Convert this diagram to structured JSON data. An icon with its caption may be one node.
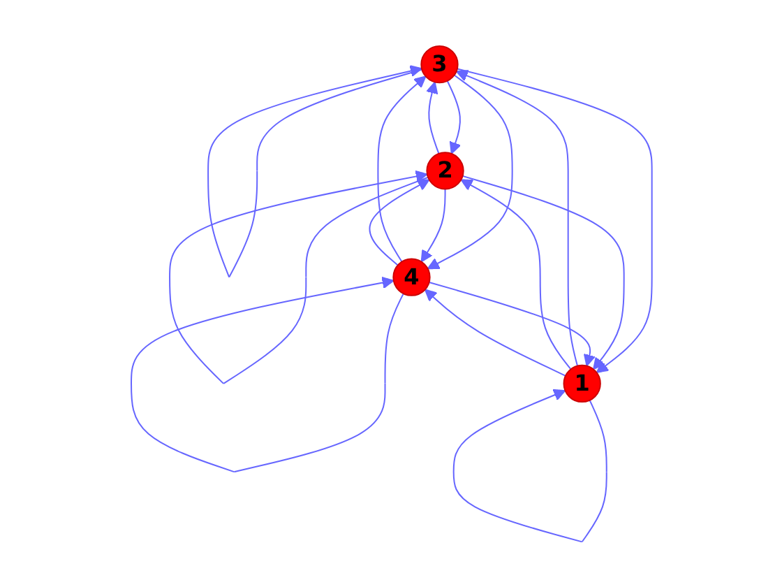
{
  "diagram": {
    "nodes": [
      {
        "text": [
          "3"
        ]
      },
      {
        "text": [
          "2"
        ]
      },
      {
        "text": [
          "4"
        ]
      },
      {
        "text": [
          "1"
        ]
      }
    ],
    "edges": [
      {
        "from": 0,
        "to": 0,
        "arrow": "to"
      },
      {
        "from": 0,
        "to": 1,
        "arrow": "to"
      },
      {
        "from": 1,
        "to": 0,
        "arrow": "to"
      },
      {
        "from": 0,
        "to": 2,
        "arrow": "to"
      },
      {
        "from": 2,
        "to": 0,
        "arrow": "to"
      },
      {
        "from": 0,
        "to": 3,
        "arrow": "to"
      },
      {
        "from": 3,
        "to": 0,
        "arrow": "to"
      },
      {
        "from": 1,
        "to": 1,
        "arrow": "to"
      },
      {
        "from": 1,
        "to": 2,
        "arrow": "to"
      },
      {
        "from": 2,
        "to": 1,
        "arrow": "to"
      },
      {
        "from": 1,
        "to": 3,
        "arrow": "to"
      },
      {
        "from": 3,
        "to": 1,
        "arrow": "to"
      },
      {
        "from": 2,
        "to": 2,
        "arrow": "to"
      },
      {
        "from": 2,
        "to": 3,
        "arrow": "to"
      },
      {
        "from": 3,
        "to": 2,
        "arrow": "to"
      },
      {
        "from": 3,
        "to": 3,
        "arrow": "to"
      }
    ]
  }
}
